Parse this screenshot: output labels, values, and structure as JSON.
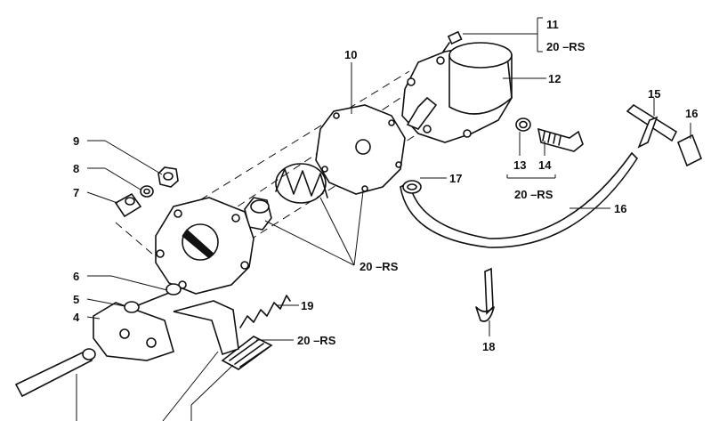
{
  "labels": {
    "l11": "11",
    "l20rs_top": "20 –RS",
    "l10": "10",
    "l12": "12",
    "l15": "15",
    "l16_top": "16",
    "l9": "9",
    "l8": "8",
    "l7": "7",
    "l13": "13",
    "l14": "14",
    "l20rs_mid": "20 –RS",
    "l17": "17",
    "l16_hose": "16",
    "l20rs_center": "20 –RS",
    "l6": "6",
    "l5": "5",
    "l4": "4",
    "l19": "19",
    "l20rs_bottom": "20 –RS",
    "l18": "18"
  }
}
